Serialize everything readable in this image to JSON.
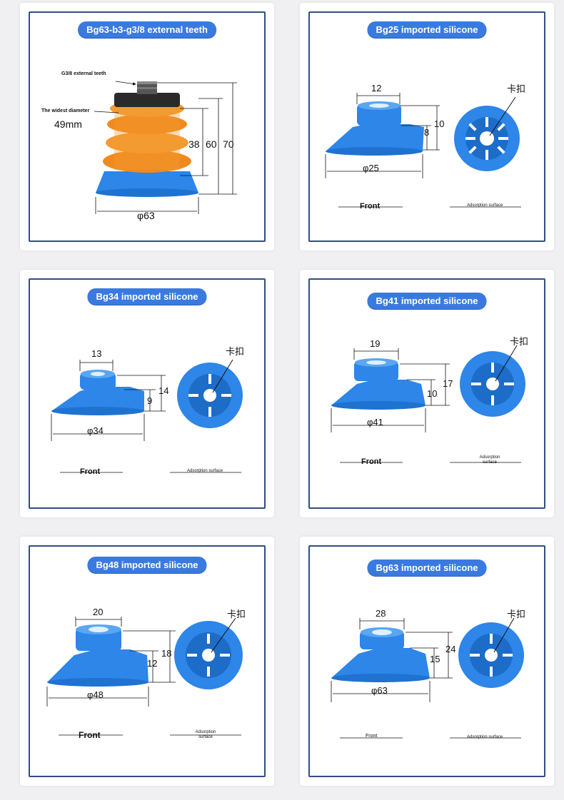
{
  "panels": [
    {
      "id": "bg63-thread",
      "title": "Bg63-b3-g3/8 external teeth",
      "thread_label": "G3/8 external teeth",
      "widest_label": "The widest diameter",
      "widest_value": "49mm",
      "dims": {
        "h1": "38",
        "h2": "60",
        "h3": "70",
        "diameter": "φ63"
      },
      "colors": {
        "body": "#f08a1e",
        "base": "#2d86e8",
        "top": "#2a2a2a"
      }
    },
    {
      "id": "bg25",
      "title": "Bg25 imported silicone",
      "dims": {
        "top": "12",
        "h1": "8",
        "h2": "10",
        "diameter": "φ25"
      },
      "clip_label": "卡扣",
      "front_label": "Front",
      "surface_label": "Adsorption surface"
    },
    {
      "id": "bg34",
      "title": "Bg34 imported silicone",
      "dims": {
        "top": "13",
        "h1": "9",
        "h2": "14",
        "diameter": "φ34"
      },
      "clip_label": "卡扣",
      "front_label": "Front",
      "surface_label": "Adsorption surface"
    },
    {
      "id": "bg41",
      "title": "Bg41 imported silicone",
      "dims": {
        "top": "19",
        "h1": "10",
        "h2": "17",
        "diameter": "φ41"
      },
      "clip_label": "卡扣",
      "front_label": "Front",
      "surface_label": "Adsorption surface"
    },
    {
      "id": "bg48",
      "title": "Bg48 imported silicone",
      "dims": {
        "top": "20",
        "h1": "12",
        "h2": "18",
        "diameter": "φ48"
      },
      "clip_label": "卡扣",
      "front_label": "Front",
      "surface_label": "Adsorption surface"
    },
    {
      "id": "bg63",
      "title": "Bg63 imported silicone",
      "dims": {
        "top": "28",
        "h1": "15",
        "h2": "24",
        "diameter": "φ63"
      },
      "clip_label": "卡扣",
      "front_label": "Front",
      "surface_label": "Adsorption surface"
    }
  ],
  "colors": {
    "accent": "#3a7ae0",
    "frame": "#2f4d86",
    "cup": "#2d86e8",
    "cup_dark": "#1d6cc8"
  }
}
